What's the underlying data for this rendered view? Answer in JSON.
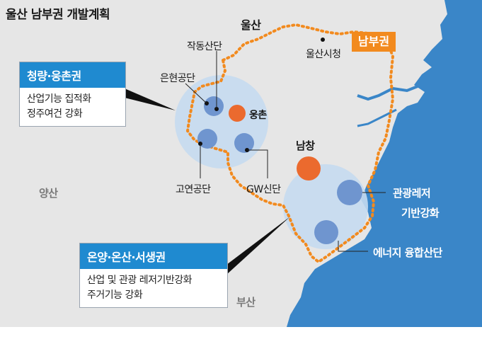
{
  "title": "울산 남부권 개발계획",
  "labels": {
    "ulsan": "울산",
    "ulsan_city_hall": "울산시청",
    "south_zone": "남부권",
    "yangsan": "양산",
    "busan": "부산",
    "jakdong": "작동산단",
    "eunhyeon": "은현공단",
    "ungchon": "웅촌",
    "goyeon": "고연공단",
    "gw": "GW신단",
    "namchang": "남창",
    "tourism": [
      "관광레저",
      "기반강화"
    ],
    "energy": "에너지 융합산단"
  },
  "callouts": {
    "cheongryang": {
      "heading": "청량·웅촌권",
      "lines": [
        "산업기능 집적화",
        "정주여건 강화"
      ]
    },
    "onyang": {
      "heading": "온양·온산·서생권",
      "lines": [
        "산업 및 관광 레저기반강화",
        "주거기능 강화"
      ]
    }
  },
  "colors": {
    "sea": "#3a86c8",
    "land": "#e6e6e6",
    "zone": "#c5daf0",
    "site": "#6f95cf",
    "highlight": "#eb6a2e",
    "boundary": "#f28a1e",
    "heading": "#1f8ad0"
  }
}
